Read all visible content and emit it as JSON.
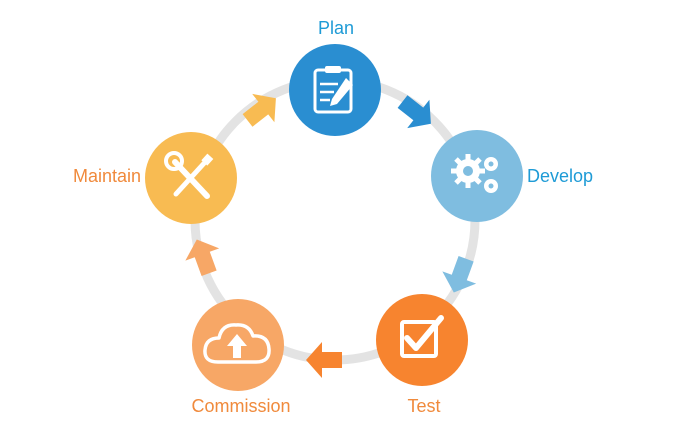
{
  "diagram": {
    "stages": [
      {
        "id": "plan",
        "label": "Plan",
        "icon": "clipboard-pencil-icon",
        "color": "#2a8ed1"
      },
      {
        "id": "develop",
        "label": "Develop",
        "icon": "gears-icon",
        "color": "#7fbde0"
      },
      {
        "id": "test",
        "label": "Test",
        "icon": "checkbox-icon",
        "color": "#f7842f"
      },
      {
        "id": "commission",
        "label": "Commission",
        "icon": "cloud-upload-icon",
        "color": "#f7a766"
      },
      {
        "id": "maintain",
        "label": "Maintain",
        "icon": "wrench-screwdriver-icon",
        "color": "#f8bb52"
      }
    ],
    "ring_color": "#e3e3e3",
    "label_colors": {
      "blue": "#1e9bd6",
      "orange": "#f08a3c"
    }
  }
}
